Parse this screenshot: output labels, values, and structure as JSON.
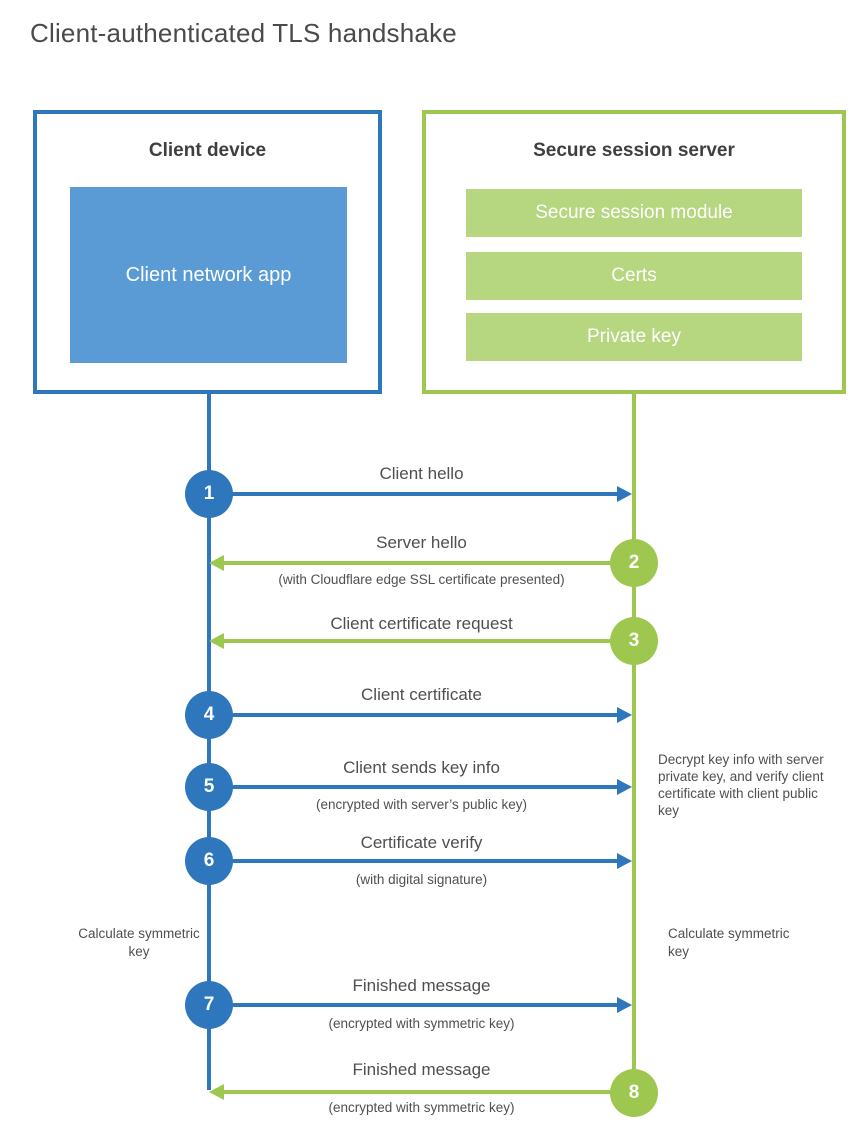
{
  "title": "Client-authenticated TLS handshake",
  "colors": {
    "blue_line": "#2e77bd",
    "blue_fill": "#5b9bd5",
    "green_line": "#9dc74f",
    "green_fill": "#b6d680",
    "text": "#4f4f4f"
  },
  "client": {
    "title": "Client device",
    "app_label": "Client network app"
  },
  "server": {
    "title": "Secure session server",
    "modules": [
      "Secure session module",
      "Certs",
      "Private key"
    ]
  },
  "steps": [
    {
      "num": "1",
      "direction": "client-to-server",
      "label": "Client hello",
      "sub": ""
    },
    {
      "num": "2",
      "direction": "server-to-client",
      "label": "Server hello",
      "sub": "(with Cloudflare edge SSL certificate presented)"
    },
    {
      "num": "3",
      "direction": "server-to-client",
      "label": "Client certificate request",
      "sub": ""
    },
    {
      "num": "4",
      "direction": "client-to-server",
      "label": "Client certificate",
      "sub": ""
    },
    {
      "num": "5",
      "direction": "client-to-server",
      "label": "Client sends key info",
      "sub": "(encrypted with server’s public key)"
    },
    {
      "num": "6",
      "direction": "client-to-server",
      "label": "Certificate verify",
      "sub": "(with digital signature)"
    },
    {
      "num": "7",
      "direction": "client-to-server",
      "label": "Finished message",
      "sub": "(encrypted with symmetric key)"
    },
    {
      "num": "8",
      "direction": "server-to-client",
      "label": "Finished message",
      "sub": "(encrypted with symmetric key)"
    }
  ],
  "annotations": {
    "decrypt": "Decrypt key info with server private key, and verify client certificate with client public key",
    "calc_left": "Calculate symmetric key",
    "calc_right": "Calculate symmetric key"
  }
}
